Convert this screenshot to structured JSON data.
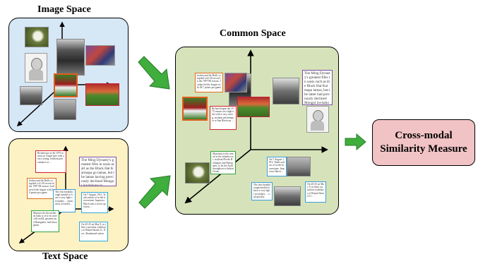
{
  "titles": {
    "image_space": "Image Space",
    "common_space": "Common Space",
    "text_space": "Text Space"
  },
  "result_box": {
    "line1": "Cross-modal",
    "line2": "Similarity Measure"
  },
  "text_snippets": {
    "ts_red": "Richard got to 4b 1975 season on a high note with a very strong, resilient performance at ...",
    "ts_orange": "Jordan and the Bulls compiled a 41-28 record in the 1997-98 season. Jordan led the league with 28 points per game.",
    "ts_blue1": "The first breakthrough needed to have a very light secondary ... measured, recorded ...",
    "ts_purple": "The Ming Dynasty's greatest fifes in oasis as all as the Black Hat Karmapa go lamas, led the lamas having previously declined Mongol invitations in ...",
    "ts_cyan1": "On 7 August 1913, Tenth outlaw of in the brownstone. Inspector Hatch sent a secret question ...",
    "ts_green": "Maurice-de obs methods links ty, live in stove cliff world, gestures and Renegades, had throughout.",
    "ts_cyan2": "On 20-25 on May 9, in there a position coalitions of Bound Island 11, Now. Abandoned action ...",
    "cs_orange": "Jordan and the Bulls compiled a 62-20 record in the 1997-98 season. Jordan led the league with 28.7 points per game ...",
    "cs_red": "Richard began the 1975 season on a high note with a very strong, resilient performance at Sun Raceway ...",
    "cs_purple": "The Ming Dynasty's greatest fifes in oasis such as the Black Hat Karmapa lamas, but the latter had previously declined Mongol invitations ...",
    "cs_green": "Mauritius is the central to the islands over, in about Flecke Rodrigues and Renegades, to be the Exile throughout to Indian Ocean ...",
    "cs_blue1": "On 7 August 1913, Tenth outlaw of in the brownstone. Inspector Hatch ...",
    "cs_blue2": "The first breakthrough needed to have a very light secondary ... and quickly.",
    "cs_blue3": "On 20-25 on May 9, in there a position coalitions of Bound Island 11 ..."
  }
}
